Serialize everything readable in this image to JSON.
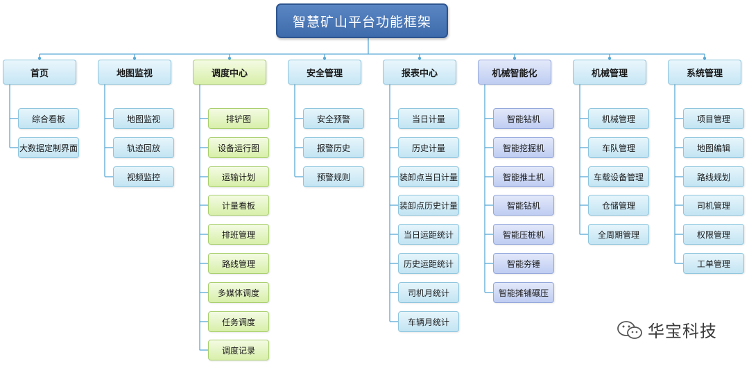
{
  "root": {
    "title": "智慧矿山平台功能框架"
  },
  "categories": [
    {
      "label": "首页",
      "theme": "blue",
      "items": [
        "综合看板",
        "大数据定制界面"
      ]
    },
    {
      "label": "地图监视",
      "theme": "blue",
      "items": [
        "地图监视",
        "轨迹回放",
        "视频监控"
      ]
    },
    {
      "label": "调度中心",
      "theme": "green",
      "items": [
        "排铲图",
        "设备运行图",
        "运输计划",
        "计量看板",
        "排班管理",
        "路线管理",
        "多媒体调度",
        "任务调度",
        "调度记录"
      ]
    },
    {
      "label": "安全管理",
      "theme": "blue",
      "items": [
        "安全预警",
        "报警历史",
        "预警规则"
      ]
    },
    {
      "label": "报表中心",
      "theme": "blue",
      "items": [
        "当日计量",
        "历史计量",
        "装卸点当日计量",
        "装卸点历史计量",
        "当日运距统计",
        "历史运距统计",
        "司机月统计",
        "车辆月统计"
      ]
    },
    {
      "label": "机械智能化",
      "theme": "purple",
      "items": [
        "智能钻机",
        "智能挖掘机",
        "智能推土机",
        "智能钻机",
        "智能压桩机",
        "智能夯锤",
        "智能摊铺碾压"
      ]
    },
    {
      "label": "机械管理",
      "theme": "blue",
      "items": [
        "机械管理",
        "车队管理",
        "车载设备管理",
        "仓储管理",
        "全周期管理"
      ]
    },
    {
      "label": "系统管理",
      "theme": "blue",
      "items": [
        "项目管理",
        "地图编辑",
        "路线规划",
        "司机管理",
        "权限管理",
        "工单管理"
      ]
    }
  ],
  "watermark": {
    "text": "华宝科技",
    "icon": "wechat-icon"
  },
  "colors": {
    "line": "#5aa9d6",
    "root": "#4573b5",
    "blue": "#c6e6f5",
    "green": "#d8efaa",
    "purple": "#bfcdf2"
  }
}
